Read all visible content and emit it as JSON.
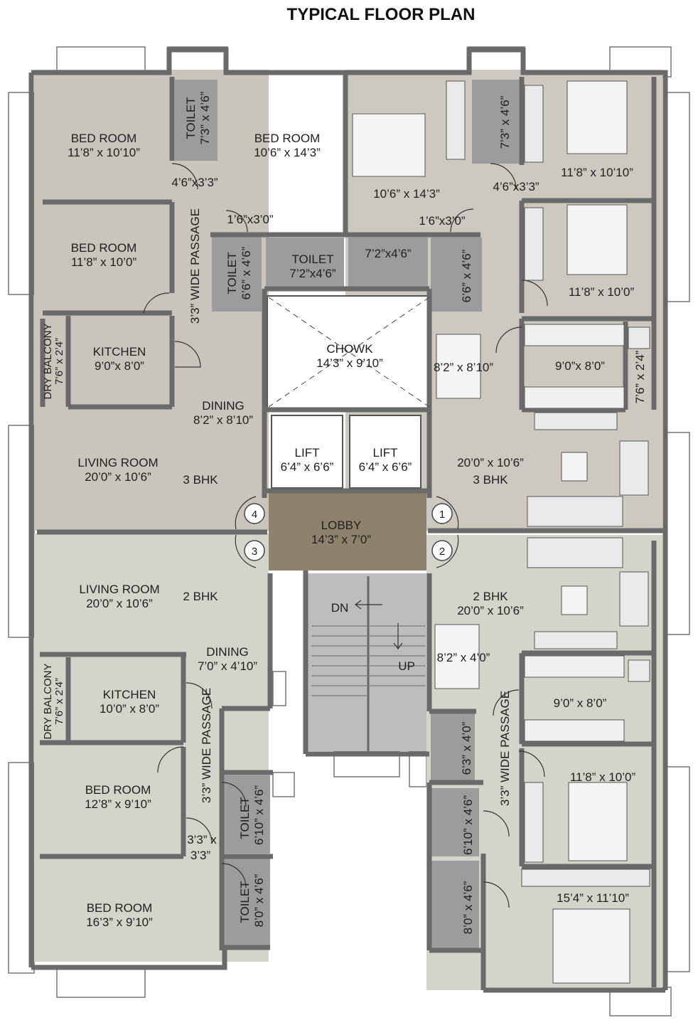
{
  "title": "TYPICAL FLOOR PLAN",
  "colors": {
    "wall": "#6d6d6d",
    "wall_dark": "#555555",
    "floor_3bhk": "#c9c4bc",
    "floor_2bhk": "#d4d6cc",
    "floor_right": "#cfccc4",
    "toilet": "#9a9a9a",
    "lobby": "#8f826c",
    "stair": "#bdbdbd",
    "void": "#ffffff"
  },
  "flats": {
    "f4": {
      "badge": "4",
      "type": "3 BHK",
      "bed1": {
        "name": "BED ROOM",
        "size": "11’8” x 10’10”"
      },
      "bed2": {
        "name": "BED ROOM",
        "size": "11’8” x 10’0”"
      },
      "toilet1": {
        "name": "TOILET",
        "size": "7’3” x 4’6”"
      },
      "toilet1_passage": "4’6”x3’3”",
      "kitchen": {
        "name": "KITCHEN",
        "size": "9’0”x 8’0”"
      },
      "dry_balcony": {
        "name": "DRY BALCONY",
        "size": "7’6” x 2’4”"
      },
      "passage": "3’3” WIDE PASSAGE",
      "dining": {
        "name": "DINING",
        "size": "8’2” x 8’10”"
      },
      "living": {
        "name": "LIVING ROOM",
        "size": "20’0” x 10’6”"
      }
    },
    "f1": {
      "badge": "1",
      "type": "3 BHK",
      "bed_master": {
        "name": "BED ROOM",
        "size": "10’6” x 14’3”"
      },
      "bed_master_plain": "10’6” x 14’3”",
      "bed2": "11’8” x 10’10”",
      "bed3": "11’8” x 10’0”",
      "toilet_a": "7’3” x 4’6”",
      "passage_a": "4’6”x3’3”",
      "passage_b": "1’6”x3’0”",
      "passage_c": "1’6”x3’0”",
      "toilet_b": {
        "name": "TOILET",
        "size": "6’6” x 4’6”"
      },
      "toilet_c": {
        "name": "TOILET",
        "size": "7’2”x4’6”"
      },
      "toilet_d": "7’2”x4’6”",
      "toilet_e": "6’6” x 4’6”",
      "dining": "8’2” x 8’10”",
      "kitchen": "9’0”x 8’0”",
      "dry_balcony": "7’6” x 2’4”",
      "living": "20’0” x 10’6”"
    },
    "f3": {
      "badge": "3",
      "type": "2 BHK",
      "living": {
        "name": "LIVING ROOM",
        "size": "20’0” x 10’6”"
      },
      "dining": {
        "name": "DINING",
        "size": "7’0” x 4’10”"
      },
      "kitchen": {
        "name": "KITCHEN",
        "size": "10’0” x 8’0”"
      },
      "dry_balcony": {
        "name": "DRY BALCONY",
        "size": "7’6” x 2’4”"
      },
      "passage": "3’3” WIDE PASSAGE",
      "bed1": {
        "name": "BED ROOM",
        "size": "12’8” x 9’10”"
      },
      "bed2": {
        "name": "BED ROOM",
        "size": "16’3” x 9’10”"
      },
      "toilet1": {
        "name": "TOILET",
        "size": "6’10” x 4’6”"
      },
      "toilet2": {
        "name": "TOILET",
        "size": "8’0” x 4’6”"
      },
      "passage_small_1": "3’3” x",
      "passage_small_2": "3’3”"
    },
    "f2": {
      "badge": "2",
      "type": "2 BHK",
      "living": "20’0” x 10’6”",
      "dining": "8’2” x 4’0”",
      "kitchen": "9’0” x 8’0”",
      "bed1": "11’8” x 10’0”",
      "bed2": "15’4” x 11’10”",
      "passage": "3’3” WIDE PASSAGE",
      "toilet1": "6’3” x 4’0”",
      "toilet2": "6’10” x 4’6”",
      "toilet3": "8’0” x 4’6”"
    }
  },
  "core": {
    "chowk": {
      "name": "CHOWK",
      "size": "14’3” x 9’10”"
    },
    "lift1": {
      "name": "LIFT",
      "size": "6’4” x 6’6”"
    },
    "lift2": {
      "name": "LIFT",
      "size": "6’4” x 6’6”"
    },
    "lobby": {
      "name": "LOBBY",
      "size": "14’3” x 7’0”"
    },
    "stair_dn": "DN",
    "stair_up": "UP"
  }
}
